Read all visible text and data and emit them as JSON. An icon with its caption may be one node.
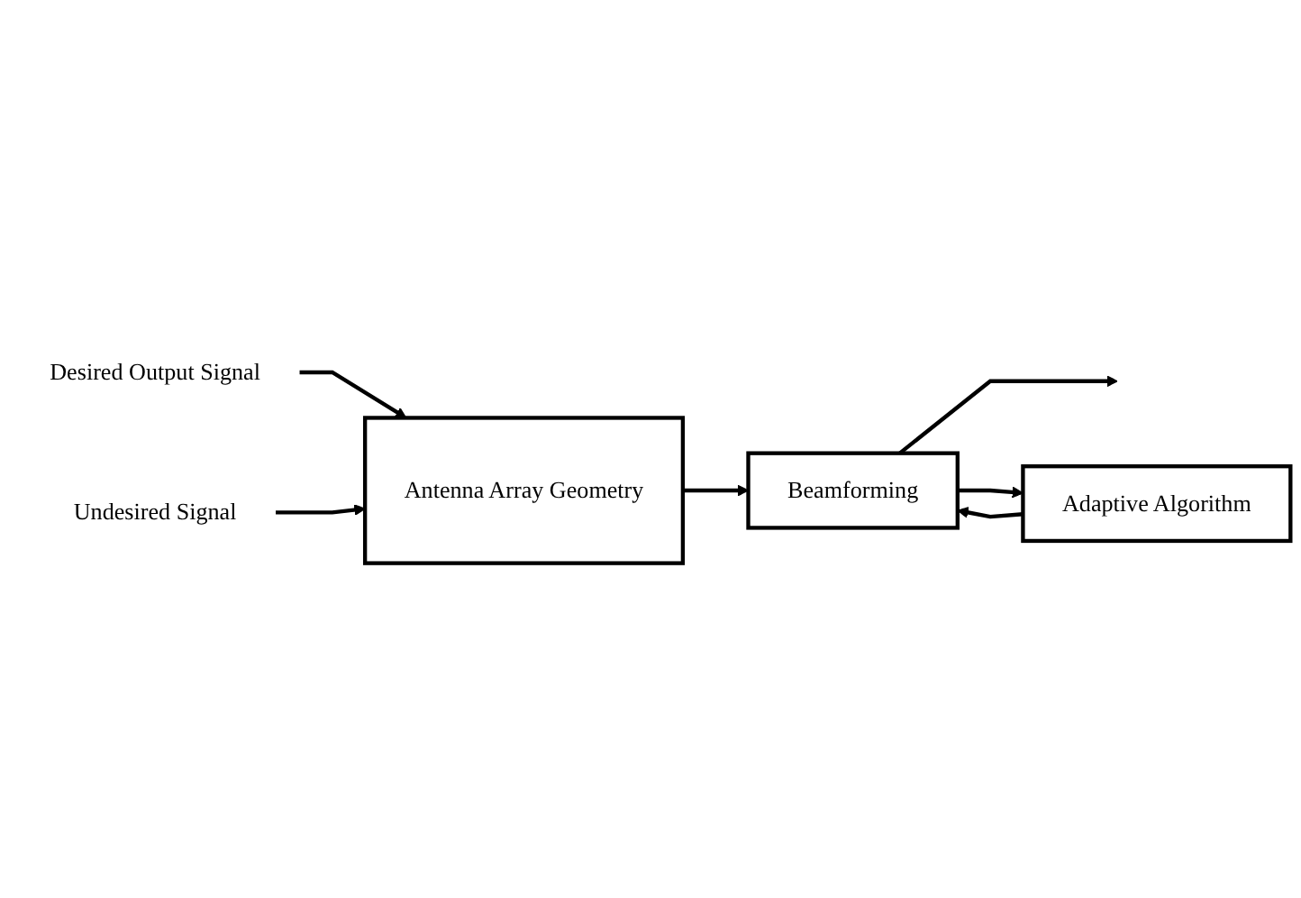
{
  "diagram": {
    "nodes": [
      {
        "text": [
          "Desired Output Signal"
        ]
      },
      {
        "text": [
          "Antenna Array Geometry"
        ]
      },
      {
        "text": [
          "Undesired Signal"
        ]
      },
      {
        "text": [
          "Beamforming"
        ]
      },
      {
        "text": [
          "Adaptive Algorithm"
        ]
      }
    ],
    "edges": [
      {
        "from": 0,
        "to": 1,
        "arrow": "to"
      },
      {
        "from": 2,
        "to": 1,
        "arrow": "to"
      },
      {
        "from": 1,
        "to": 3,
        "arrow": "to"
      },
      {
        "from": 3,
        "to": null,
        "arrow": "to"
      },
      {
        "from": 3,
        "to": 4,
        "arrow": "to"
      },
      {
        "from": 4,
        "to": 3,
        "arrow": "to"
      }
    ]
  }
}
